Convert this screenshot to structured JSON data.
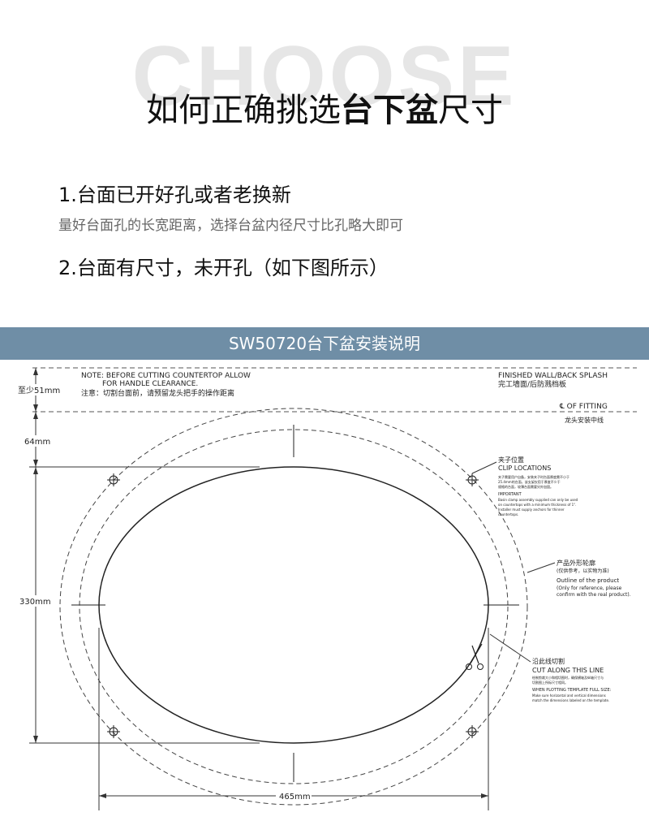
{
  "header": {
    "bg_word": "CHOOSE",
    "title_plain_1": "如何正确挑选",
    "title_bold": "台下盆",
    "title_plain_2": "尺寸"
  },
  "steps": {
    "step1_title": "1.台面已开好孔或者老换新",
    "step1_desc": "量好台面孔的长宽距离，选择台盆内径尺寸比孔略大即可",
    "step2_title": "2.台面有尺寸，未开孔（如下图所示）"
  },
  "banner": {
    "text": "SW50720台下盆安装说明",
    "color": "#6f8ea6"
  },
  "diagram": {
    "note_en_1": "NOTE: BEFORE CUTTING COUNTERTOP ALLOW",
    "note_en_2": "FOR HANDLE CLEARANCE.",
    "note_cn": "注意：切割台面前，请预留龙头把手的操作距离",
    "wall_en": "FINISHED WALL/BACK SPLASH",
    "wall_cn": "完工墙面/后防溅档板",
    "fitting_en": "℄ OF FITTING",
    "fitting_cn": "龙头安装中线",
    "dim_51": "至少51mm",
    "dim_64": "64mm",
    "dim_330": "330mm",
    "dim_465": "465mm",
    "clip_cn": "夹子位置",
    "clip_en": "CLIP LOCATIONS",
    "clip_note_cn_1": "夹子需要用户自备，安装夹子时台面厚度需不小于",
    "clip_note_cn_2": "25.4mm的台面，该支架仅用于厚度不少于",
    "clip_note_cn_3": "规格的台面，较薄台面需要另外加固。",
    "important": "IMPORTANT",
    "clip_note_en_1": "Basin clamp assembly supplied can only be used",
    "clip_note_en_2": "on countertops with a minimum thickness of 1\".",
    "clip_note_en_3": "Installer must supply anchors for thinner",
    "clip_note_en_4": "countertops.",
    "outline_cn": "产品外形轮廓",
    "outline_cn_note": "(仅供参考，以实物为准)",
    "outline_en": "Outline of the product",
    "outline_en_note_1": "(Only for reference, please",
    "outline_en_note_2": "confirm with the real product).",
    "cut_cn": "沿此线切割",
    "cut_en": "CUT ALONG THIS LINE",
    "cut_note_cn_1": "绘制剪裁大小和相切图时，确保横轴及纵轴尺寸与",
    "cut_note_cn_2": "切割图上所标尺寸相同。",
    "plot_en": "WHEN PLOTTING TEMPLATE FULL SIZE:",
    "plot_note_1": "Make sure horizontal and vertical dimensions",
    "plot_note_2": "match the dimensions labeled on the template."
  }
}
